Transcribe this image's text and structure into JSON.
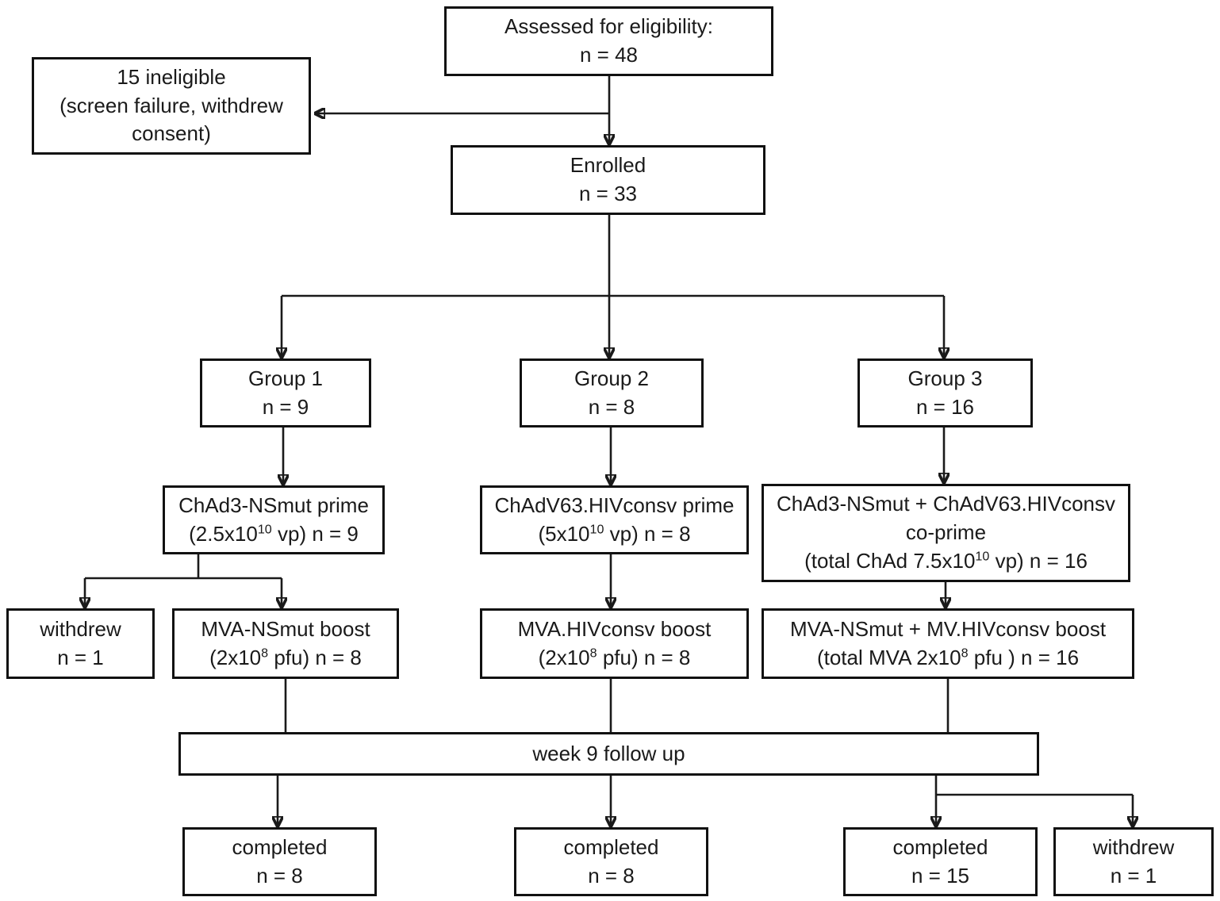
{
  "colors": {
    "background": "#ffffff",
    "box_border": "#111111",
    "text": "#1a1a1a",
    "connector_line": "#1a1a1a"
  },
  "nodes": {
    "assessed": {
      "lines": [
        "Assessed for eligibility:",
        "n = 48"
      ]
    },
    "ineligible": {
      "lines": [
        "15 ineligible",
        "(screen failure, withdrew",
        "consent)"
      ]
    },
    "enrolled": {
      "lines": [
        "Enrolled",
        "n = 33"
      ]
    },
    "group1": {
      "lines": [
        "Group 1",
        "n = 9"
      ]
    },
    "group2": {
      "lines": [
        "Group 2",
        "n = 8"
      ]
    },
    "group3": {
      "lines": [
        "Group 3",
        "n = 16"
      ]
    },
    "prime1": {
      "lines": [
        "ChAd3-NSmut prime",
        [
          {
            "t": "(2.5x10"
          },
          {
            "t": "10",
            "sup": true
          },
          {
            "t": " vp) n = 9"
          }
        ]
      ]
    },
    "prime2": {
      "lines": [
        "ChAdV63.HIVconsv prime",
        [
          {
            "t": "(5x10"
          },
          {
            "t": "10",
            "sup": true
          },
          {
            "t": " vp) n = 8"
          }
        ]
      ]
    },
    "prime3": {
      "lines": [
        "ChAd3-NSmut + ChAdV63.HIVconsv",
        "co-prime",
        [
          {
            "t": "(total ChAd 7.5x10"
          },
          {
            "t": "10",
            "sup": true
          },
          {
            "t": " vp) n = 16"
          }
        ]
      ]
    },
    "withdrew1": {
      "lines": [
        "withdrew",
        "n = 1"
      ]
    },
    "boost1": {
      "lines": [
        "MVA-NSmut boost",
        [
          {
            "t": "(2x10"
          },
          {
            "t": "8",
            "sup": true
          },
          {
            "t": " pfu) n = 8"
          }
        ]
      ]
    },
    "boost2": {
      "lines": [
        "MVA.HIVconsv boost",
        [
          {
            "t": "(2x10"
          },
          {
            "t": "8",
            "sup": true
          },
          {
            "t": " pfu) n = 8"
          }
        ]
      ]
    },
    "boost3": {
      "lines": [
        "MVA-NSmut + MV.HIVconsv boost",
        [
          {
            "t": "(total MVA 2x10"
          },
          {
            "t": "8",
            "sup": true
          },
          {
            "t": " pfu ) n = 16"
          }
        ]
      ]
    },
    "week9": {
      "lines": [
        "week 9 follow up"
      ]
    },
    "completed1": {
      "lines": [
        "completed",
        "n = 8"
      ]
    },
    "completed2": {
      "lines": [
        "completed",
        "n = 8"
      ]
    },
    "completed3": {
      "lines": [
        "completed",
        "n = 15"
      ]
    },
    "withdrew2": {
      "lines": [
        "withdrew",
        "n = 1"
      ]
    }
  },
  "edges": [
    {
      "from": "assessed",
      "to": "ineligible"
    },
    {
      "from": "assessed",
      "to": "enrolled"
    },
    {
      "from": "enrolled",
      "to": "group1"
    },
    {
      "from": "enrolled",
      "to": "group2"
    },
    {
      "from": "enrolled",
      "to": "group3"
    },
    {
      "from": "group1",
      "to": "prime1"
    },
    {
      "from": "group2",
      "to": "prime2"
    },
    {
      "from": "group3",
      "to": "prime3"
    },
    {
      "from": "prime1",
      "to": "withdrew1"
    },
    {
      "from": "prime1",
      "to": "boost1"
    },
    {
      "from": "prime2",
      "to": "boost2"
    },
    {
      "from": "prime3",
      "to": "boost3"
    },
    {
      "from": "boost1",
      "to": "week9"
    },
    {
      "from": "boost2",
      "to": "week9"
    },
    {
      "from": "boost3",
      "to": "week9"
    },
    {
      "from": "week9",
      "to": "completed1"
    },
    {
      "from": "week9",
      "to": "completed2"
    },
    {
      "from": "week9",
      "to": "completed3"
    },
    {
      "from": "week9",
      "to": "withdrew2"
    }
  ]
}
